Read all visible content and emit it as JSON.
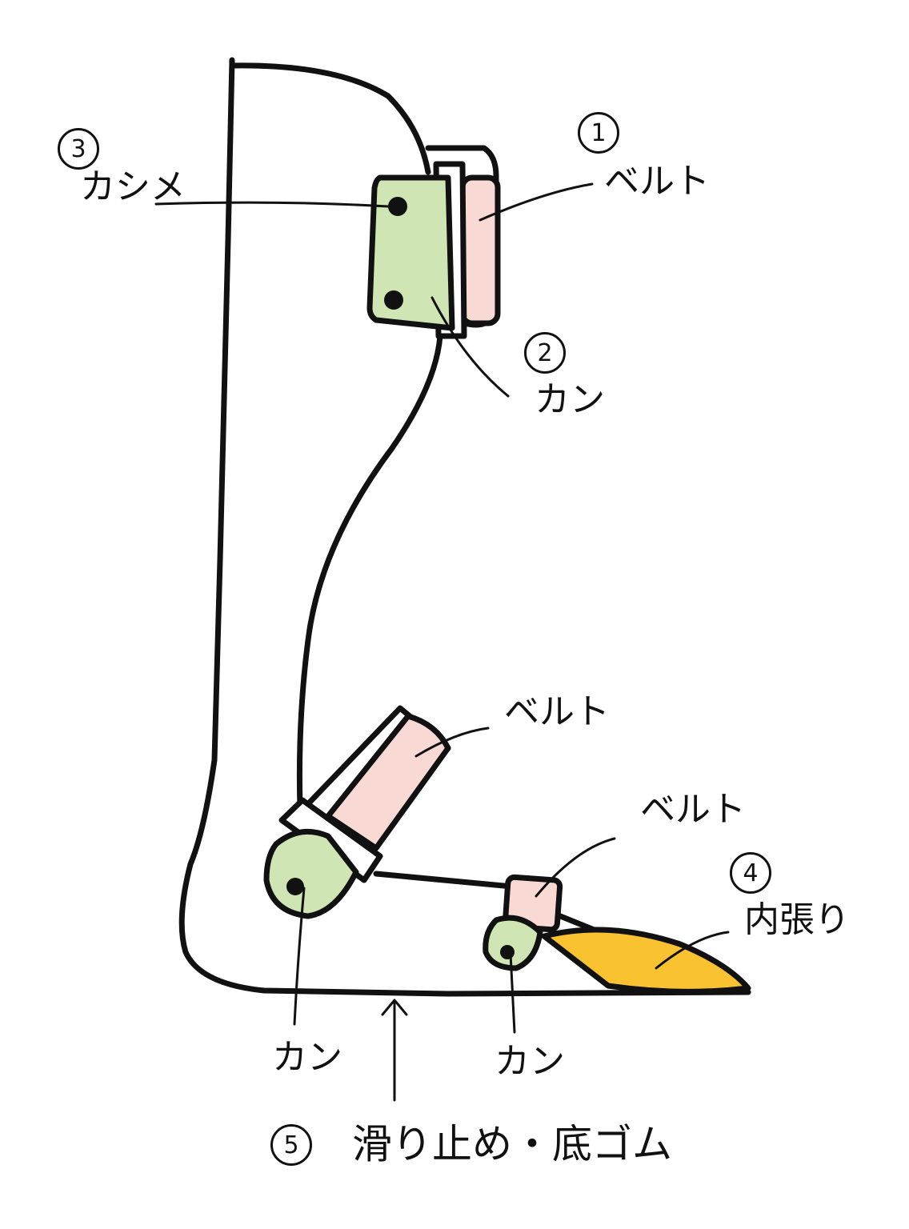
{
  "title": "Ankle-foot orthosis parts diagram",
  "colors": {
    "outline": "#111111",
    "clasp_green": "#cfe6b4",
    "belt_pink": "#f9d9d4",
    "lining_yellow": "#f8c230"
  },
  "labels": {
    "belt_top": {
      "number": "1",
      "text": "ベルト"
    },
    "ring_top": {
      "number": "2",
      "text": "カン"
    },
    "rivet": {
      "number": "3",
      "text": "カシメ"
    },
    "belt_middle": {
      "text": "ベルト"
    },
    "belt_lower": {
      "text": "ベルト"
    },
    "lining": {
      "number": "4",
      "text": "内張り"
    },
    "ring_left": {
      "text": "カン"
    },
    "ring_right": {
      "text": "カン"
    },
    "sole": {
      "number": "5",
      "text": "滑り止め・底ゴム"
    }
  }
}
